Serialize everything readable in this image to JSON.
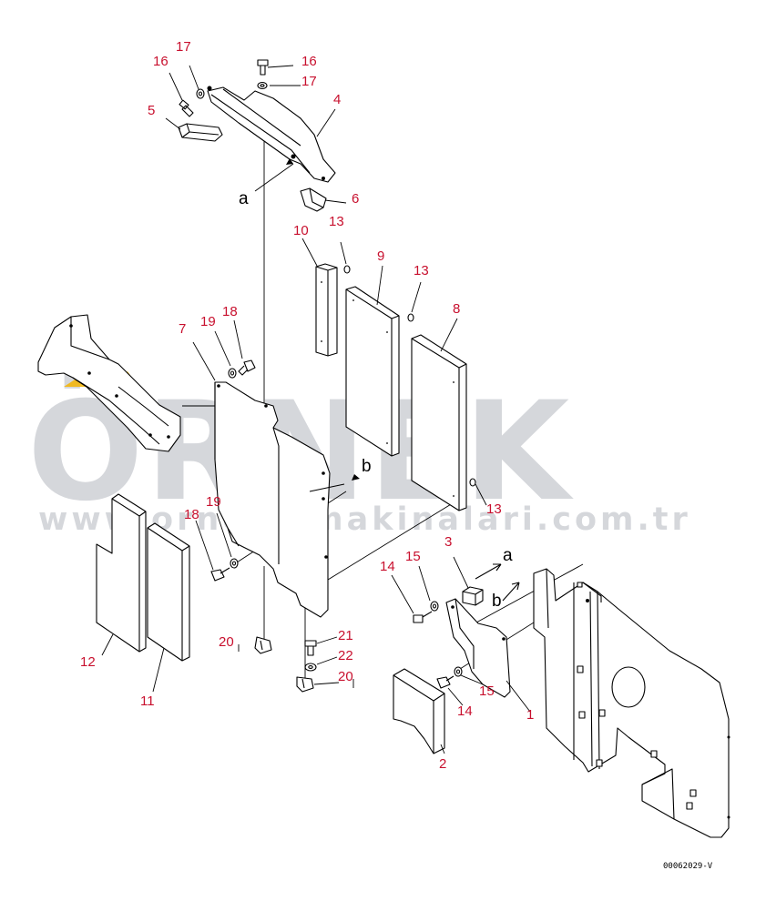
{
  "watermark": {
    "brand": "ÖRNEK",
    "url": "www.ornekismakinalari.com.tr",
    "accent_color": "#f5b400"
  },
  "drawing_code": "00062029-V",
  "callout_color": "#c8102e",
  "callouts": {
    "c1": "1",
    "c2": "2",
    "c3": "3",
    "c4": "4",
    "c5": "5",
    "c6": "6",
    "c7": "7",
    "c8": "8",
    "c9": "9",
    "c10": "10",
    "c11": "11",
    "c12": "12",
    "c13a": "13",
    "c13b": "13",
    "c13c": "13",
    "c14a": "14",
    "c14b": "14",
    "c15a": "15",
    "c15b": "15",
    "c16a": "16",
    "c16b": "16",
    "c17a": "17",
    "c17b": "17",
    "c18a": "18",
    "c18b": "18",
    "c19a": "19",
    "c19b": "19",
    "c20a": "20",
    "c20b": "20",
    "c21": "21",
    "c22": "22"
  },
  "ref_letters": {
    "a_top": "a",
    "a_right": "a",
    "b_mid": "b",
    "b_right": "b"
  }
}
